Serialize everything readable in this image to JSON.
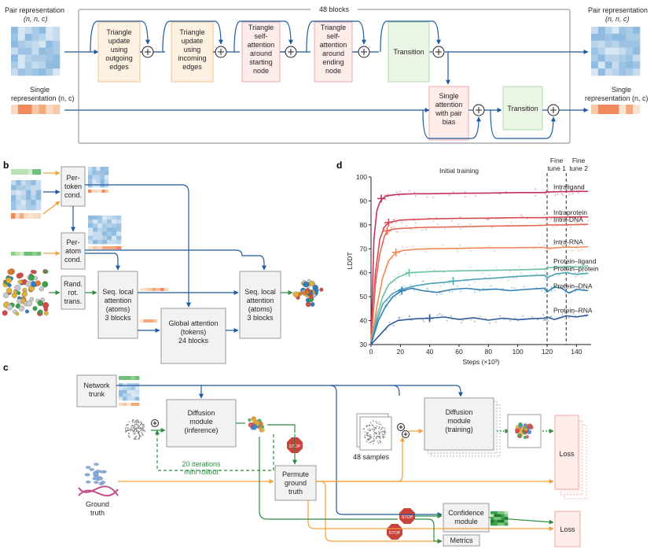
{
  "panel_a": {
    "blocks_label": "48 blocks",
    "pair_in": [
      "Pair representation",
      "(n, n, c)"
    ],
    "pair_out": [
      "Pair representation",
      "(n, n, c)"
    ],
    "single_in": [
      "Single",
      "representation (n, c)"
    ],
    "single_out": [
      "Single",
      "representation (n, c)"
    ],
    "modules": [
      {
        "lines": [
          "Triangle",
          "update",
          "using",
          "outgoing",
          "edges"
        ]
      },
      {
        "lines": [
          "Triangle",
          "update",
          "using",
          "incoming",
          "edges"
        ]
      },
      {
        "lines": [
          "Triangle",
          "self-",
          "attention",
          "around",
          "starting",
          "node"
        ]
      },
      {
        "lines": [
          "Triangle",
          "self-",
          "attention",
          "around",
          "ending",
          "node"
        ]
      },
      {
        "lines": [
          "Transition"
        ]
      },
      {
        "lines": [
          "Single",
          "attention",
          "with pair",
          "bias"
        ]
      },
      {
        "lines": [
          "Transition"
        ]
      }
    ],
    "colors": {
      "orange_box": "#fdf1e2",
      "red_box": "#fdecea",
      "green_box": "#eaf5e6",
      "flow": "#1f5a9e",
      "frame": "#9a9a9a"
    }
  },
  "panel_b": {
    "label": "b",
    "per_token": [
      "Per-",
      "token",
      "cond."
    ],
    "per_atom": [
      "Per-",
      "atom",
      "cond."
    ],
    "rand_rot": [
      "Rand.",
      "rot.",
      "trans."
    ],
    "seq_local_1": [
      "Seq. local",
      "attention",
      "(atoms)",
      "3 blocks"
    ],
    "global_attn": [
      "Global attention",
      "(tokens)",
      "24 blocks"
    ],
    "seq_local_2": [
      "Seq. local",
      "attention",
      "(atoms)",
      "3 blocks"
    ]
  },
  "panel_c": {
    "label": "c",
    "network_trunk": [
      "Network",
      "trunk"
    ],
    "diffusion_inference": [
      "Diffusion",
      "module",
      "(inference)"
    ],
    "iterations": [
      "20 iterations",
      "mini rollout"
    ],
    "stop": "STOP",
    "permute": [
      "Permute",
      "ground",
      "truth"
    ],
    "ground_truth": [
      "Ground",
      "truth"
    ],
    "samples": "48 samples",
    "diffusion_training": [
      "Diffusion",
      "module",
      "(training)"
    ],
    "loss1": "Loss",
    "loss2": "Loss",
    "confidence": [
      "Confidence",
      "module"
    ],
    "metrics": "Metrics"
  },
  "panel_d": {
    "label": "d",
    "chart_data": {
      "type": "line",
      "xlabel": "Steps (×10³)",
      "ylabel": "LDDT",
      "xlim": [
        0,
        150
      ],
      "ylim": [
        30,
        100
      ],
      "xticks": [
        0,
        20,
        40,
        60,
        80,
        100,
        120,
        140
      ],
      "yticks": [
        30,
        40,
        50,
        60,
        70,
        80,
        90,
        100
      ],
      "phases": [
        {
          "label": "Initial training",
          "start": 0,
          "end": 120
        },
        {
          "label": "Fine tune 1",
          "start": 120,
          "end": 133
        },
        {
          "label": "Fine tune 2",
          "start": 133,
          "end": 150
        }
      ],
      "series": [
        {
          "name": "Intraligand",
          "color": "#c4325a",
          "marker_x": 7,
          "marker_y": 91,
          "x": [
            0,
            2,
            4,
            6,
            8,
            10,
            15,
            20,
            30,
            40,
            60,
            80,
            100,
            118,
            120,
            125,
            130,
            135,
            140,
            148
          ],
          "y": [
            30,
            74,
            86,
            89.5,
            91,
            92,
            92.5,
            92.8,
            93,
            93,
            93.2,
            93.3,
            93.5,
            93.5,
            93.8,
            93.8,
            93.9,
            93.9,
            94,
            94
          ]
        },
        {
          "name": "Intraprotein",
          "color": "#d64a55",
          "marker_x": 12,
          "marker_y": 81,
          "x": [
            0,
            3,
            6,
            9,
            12,
            16,
            20,
            30,
            40,
            60,
            80,
            100,
            118,
            120,
            130,
            140,
            148
          ],
          "y": [
            30,
            60,
            74,
            79,
            81,
            81.5,
            82,
            82.3,
            82.5,
            82.7,
            82.8,
            83,
            83,
            83.1,
            83.2,
            83.3,
            83.3
          ]
        },
        {
          "name": "Intra-DNA",
          "color": "#e46a55",
          "marker_x": 11,
          "marker_y": 77.5,
          "x": [
            0,
            3,
            6,
            9,
            11,
            15,
            20,
            30,
            40,
            60,
            80,
            100,
            118,
            120,
            130,
            140,
            148
          ],
          "y": [
            30,
            55,
            68,
            75,
            77.5,
            78.2,
            78.5,
            78.8,
            79,
            79.2,
            79.5,
            79.6,
            79.8,
            80,
            80,
            80.1,
            80.2
          ]
        },
        {
          "name": "Intra-RNA",
          "color": "#ef8a5a",
          "marker_x": 17,
          "marker_y": 68.5,
          "x": [
            0,
            4,
            8,
            12,
            17,
            22,
            30,
            40,
            60,
            80,
            100,
            118,
            120,
            126,
            133,
            140,
            148
          ],
          "y": [
            30,
            46,
            58,
            65,
            68.5,
            69.3,
            69.8,
            70,
            70.2,
            70.4,
            70.5,
            70.6,
            70.2,
            70.4,
            70.8,
            70.6,
            70.9
          ]
        },
        {
          "name": "Protein–ligand",
          "color": "#6cc3a0",
          "marker_x": 26,
          "marker_y": 60,
          "x": [
            0,
            4,
            8,
            12,
            18,
            26,
            35,
            45,
            60,
            80,
            100,
            118,
            120,
            126,
            133,
            140,
            148
          ],
          "y": [
            30,
            42,
            50,
            55,
            58,
            60,
            60.3,
            60.6,
            60.8,
            61,
            61.2,
            61.5,
            62,
            62.3,
            62.6,
            62.4,
            62.8
          ]
        },
        {
          "name": "Protein–protein",
          "color": "#4aa4b8",
          "marker_x": 56,
          "marker_y": 56.5,
          "x": [
            0,
            4,
            8,
            14,
            20,
            30,
            40,
            50,
            56,
            70,
            85,
            100,
            118,
            120,
            126,
            133,
            140,
            148
          ],
          "y": [
            30,
            40,
            47,
            51,
            53,
            54.5,
            55.5,
            56,
            56.5,
            57.2,
            57.8,
            58.5,
            59,
            58,
            59.5,
            60,
            59.3,
            59.8
          ]
        },
        {
          "name": "Protein–DNA",
          "color": "#2f7fb0",
          "marker_x": 21,
          "marker_y": 52.5,
          "x": [
            0,
            5,
            10,
            15,
            21,
            28,
            35,
            45,
            55,
            65,
            75,
            85,
            95,
            105,
            118,
            120,
            125,
            130,
            135,
            140,
            148
          ],
          "y": [
            30,
            40,
            46,
            50,
            52.5,
            53.5,
            52.5,
            51.8,
            53,
            53.5,
            52.8,
            53.2,
            52.5,
            53,
            53.5,
            52,
            54,
            53.5,
            51.5,
            53,
            52.5
          ]
        },
        {
          "name": "Protein–RNA",
          "color": "#2f5a98",
          "marker_x": 40,
          "marker_y": 41,
          "x": [
            0,
            6,
            12,
            18,
            25,
            32,
            40,
            50,
            60,
            70,
            80,
            90,
            100,
            110,
            118,
            120,
            125,
            133,
            140,
            148
          ],
          "y": [
            30,
            34,
            38,
            40,
            40.5,
            40.8,
            41,
            41.5,
            40.5,
            41.2,
            40.2,
            41,
            40.4,
            40.8,
            41,
            41.5,
            40.5,
            42,
            41.5,
            42.3
          ]
        }
      ]
    }
  }
}
